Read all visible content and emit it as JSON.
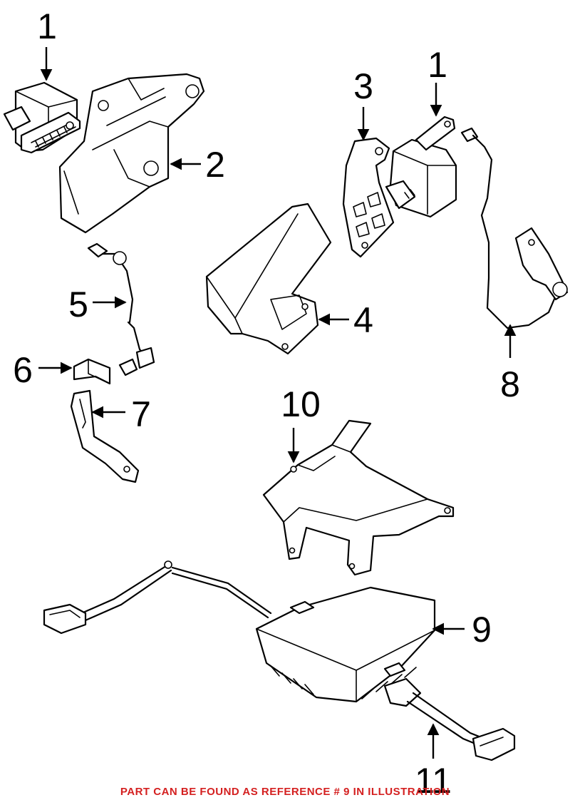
{
  "callouts": {
    "c1a": "1",
    "c1b": "1",
    "c2": "2",
    "c3": "3",
    "c4": "4",
    "c5": "5",
    "c6": "6",
    "c7": "7",
    "c8": "8",
    "c9": "9",
    "c10": "10",
    "c11": "11"
  },
  "footer": {
    "note": "PART CAN BE FOUND AS REFERENCE # 9 IN ILLUSTRATION",
    "color": "#d42020"
  },
  "colors": {
    "line": "#000000",
    "background": "#ffffff"
  }
}
